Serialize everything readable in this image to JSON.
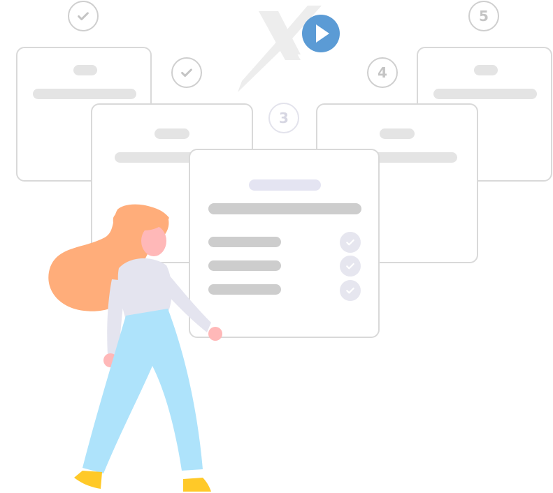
{
  "steps": {
    "step_1_mark": "check",
    "step_2_mark": "check",
    "step_3_label": "3",
    "step_4_label": "4",
    "step_5_label": "5"
  },
  "logo": {
    "letter": "X",
    "play_icon": "play-icon"
  },
  "colors": {
    "card_border": "#d9d9d9",
    "placeholder_bar": "#e4e4e4",
    "accent_blue": "#5b9bd5",
    "hair": "#ffad7a",
    "pants": "#aee3fb",
    "shoes": "#ffc928",
    "shirt": "#e4e4ef",
    "skin": "#ffb8b8"
  },
  "checklist": {
    "completed_items": 3,
    "total_items": 3
  }
}
